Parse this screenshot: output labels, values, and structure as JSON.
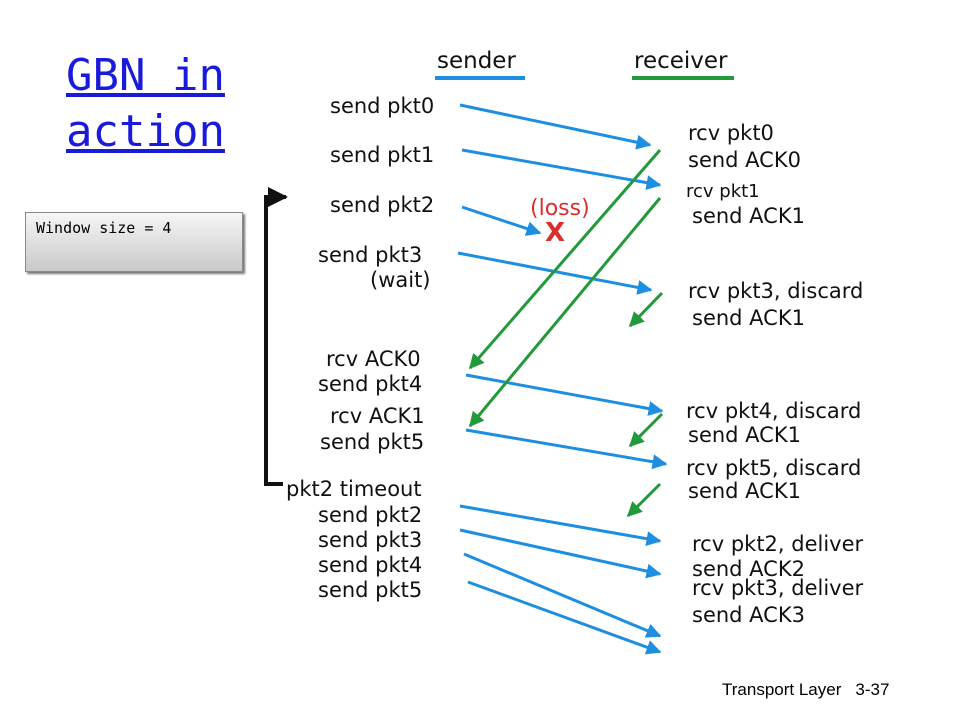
{
  "slide": {
    "title": "GBN in action",
    "window_note": "Window size = 4",
    "footer_topic": "Transport Layer",
    "footer_page": "3-37"
  },
  "headers": {
    "sender": "sender",
    "receiver": "receiver"
  },
  "sender_events": [
    "send pkt0",
    "send pkt1",
    "send pkt2",
    "send pkt3",
    "(wait)",
    "rcv ACK0",
    "send pkt4",
    "rcv ACK1",
    "send pkt5",
    "pkt2 timeout",
    "send pkt2",
    "send pkt3",
    "send pkt4",
    "send pkt5"
  ],
  "receiver_events": [
    "rcv pkt0",
    "send ACK0",
    "rcv pkt1",
    "send ACK1",
    "rcv pkt3, discard",
    "send ACK1",
    "rcv pkt4, discard",
    "send ACK1",
    "rcv pkt5, discard",
    "send ACK1",
    "rcv pkt2, deliver",
    "send ACK2",
    "rcv pkt3, deliver",
    "send ACK3"
  ],
  "loss": {
    "label": "(loss)",
    "mark": "X"
  },
  "colors": {
    "packet": "#1e8fe0",
    "ack": "#22993a",
    "loss": "#d9302c",
    "title": "#1a1adc"
  }
}
